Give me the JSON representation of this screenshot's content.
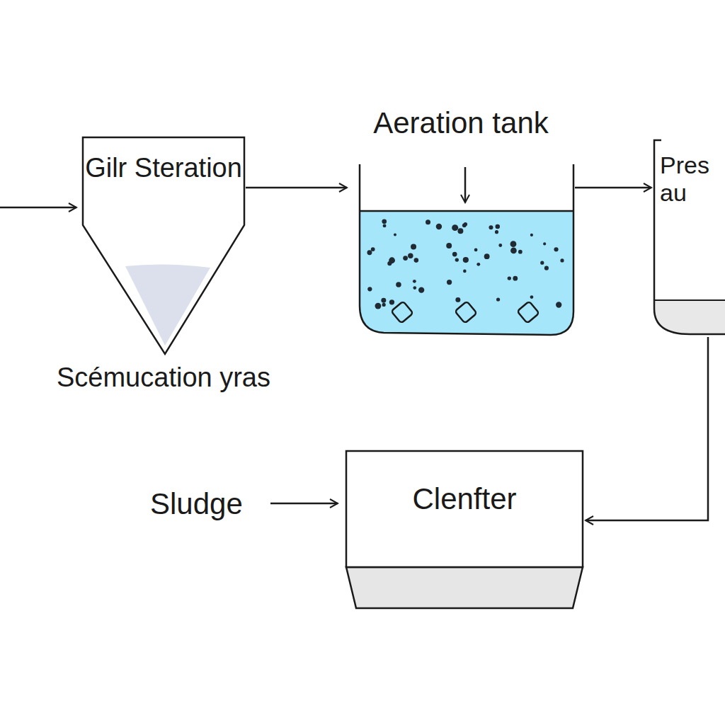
{
  "diagram": {
    "nodes": [
      {
        "text": [
          "Gilr Steration",
          "Scémucation yras"
        ]
      },
      {
        "text": [
          "Aeration tank"
        ]
      },
      {
        "text": [
          "Pres au"
        ]
      },
      {
        "text": [
          "Clenfter"
        ]
      }
    ],
    "edges": [
      {
        "from": 0,
        "to": 1,
        "arrow": "to"
      },
      {
        "from": 1,
        "to": 2,
        "arrow": "to"
      },
      {
        "from": 2,
        "to": 3,
        "arrow": "to"
      }
    ],
    "labels": [
      "Sludge"
    ]
  }
}
